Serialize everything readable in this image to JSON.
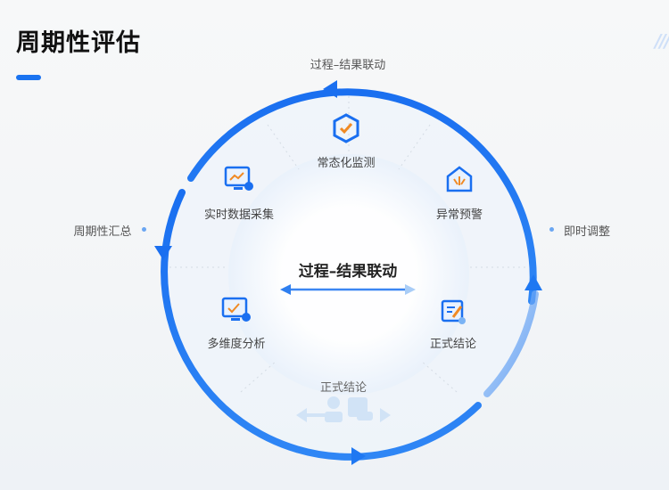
{
  "title": "周期性评估",
  "outer_labels": {
    "top": "过程–结果联动",
    "left": "周期性汇总",
    "right": "即时调整"
  },
  "center": {
    "title": "过程–结果联动"
  },
  "nodes": [
    {
      "label": "常态化监测",
      "icon": "shield-check-icon"
    },
    {
      "label": "异常预警",
      "icon": "warning-house-icon"
    },
    {
      "label": "实时数据采集",
      "icon": "monitor-chart-icon"
    },
    {
      "label": "多维度分析",
      "icon": "monitor-check-icon"
    },
    {
      "label": "正式结论",
      "icon": "document-edit-icon"
    }
  ],
  "bottom_node": {
    "label": "正式结论",
    "icon": "person-document-icon"
  },
  "colors": {
    "accent": "#1a73f0",
    "light": "#9cc5f7"
  }
}
